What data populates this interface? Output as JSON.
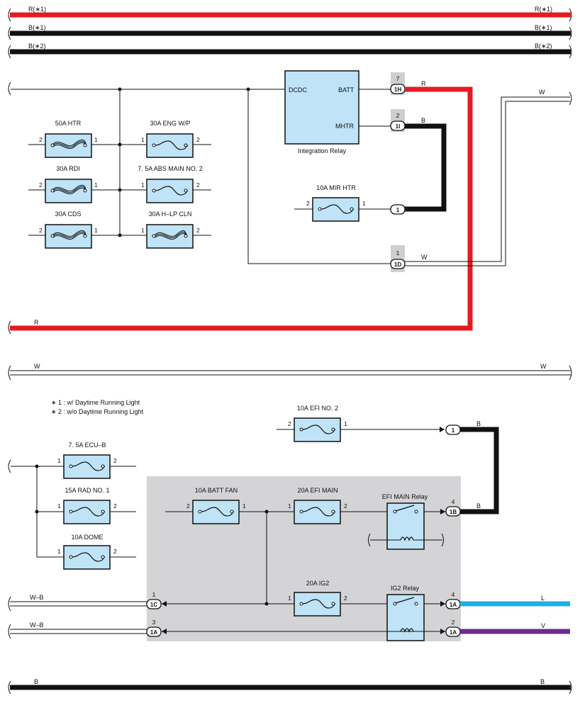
{
  "colors": {
    "red": "#e31b23",
    "black": "#111111",
    "blue": "#1eb0e6",
    "purple": "#6a2b92",
    "fuse_fill": "#bfe3f7",
    "relay_fill": "#bfe3f7",
    "junction_block": "#d4d4d6",
    "connector_tab": "#cfcfcf"
  },
  "buses": {
    "r1_left": "R(∗1)",
    "r1_right": "R(∗1)",
    "b1_left": "B(∗1)",
    "b1_right": "B(∗1)",
    "b2_left": "B(∗2)",
    "b2_right": "B(∗2)",
    "w_left": "W",
    "w_right": "W",
    "b_bottom_left": "B",
    "b_bottom_right": "B"
  },
  "wires": {
    "r_batt": "R",
    "b_mhtr": "B",
    "w_1d": "W",
    "w_top_right": "W",
    "r_lower": "R",
    "b_efi_top": "B",
    "b_efi_bottom": "B",
    "wb_1": "W–B",
    "wb_2": "W–B",
    "l_ig2": "L",
    "v_ig2": "V"
  },
  "fuses": [
    {
      "name": "50A HTR",
      "pin_l": "2",
      "pin_r": "1"
    },
    {
      "name": "30A RDI",
      "pin_l": "2",
      "pin_r": "1"
    },
    {
      "name": "30A CDS",
      "pin_l": "2",
      "pin_r": "1"
    },
    {
      "name": "30A ENG W/P",
      "pin_l": "1",
      "pin_r": "2"
    },
    {
      "name": "7. 5A ABS MAIN NO. 2",
      "pin_l": "1",
      "pin_r": "2"
    },
    {
      "name": "30A H–LP CLN",
      "pin_l": "1",
      "pin_r": "2"
    },
    {
      "name": "10A MIR HTR",
      "pin_l": "2",
      "pin_r": "1"
    },
    {
      "name": "10A EFI NO. 2",
      "pin_l": "2",
      "pin_r": "1"
    },
    {
      "name": "7. 5A ECU–B",
      "pin_l": "1",
      "pin_r": "2"
    },
    {
      "name": "15A RAD NO. 1",
      "pin_l": "1",
      "pin_r": "2"
    },
    {
      "name": "10A DOME",
      "pin_l": "1",
      "pin_r": "2"
    },
    {
      "name": "10A BATT FAN",
      "pin_l": "2",
      "pin_r": "1"
    },
    {
      "name": "20A EFI MAIN",
      "pin_l": "1",
      "pin_r": "2"
    },
    {
      "name": "20A IG2",
      "pin_l": "1",
      "pin_r": "2"
    }
  ],
  "integration_relay": {
    "name": "Integration Relay",
    "dcdc": "DCDC",
    "batt": "BATT",
    "mhtr": "MHTR"
  },
  "connectors": {
    "c1h": {
      "code": "1H",
      "pin": "7"
    },
    "c1i": {
      "code": "1I",
      "pin": "2"
    },
    "c1": {
      "code": "1",
      "pin": ""
    },
    "c1d": {
      "code": "1D",
      "pin": "1"
    },
    "c_efi2": {
      "code": "1",
      "pin": ""
    },
    "c1b": {
      "code": "1B",
      "pin": "4"
    },
    "c1a_l": {
      "code": "1A",
      "pin": "4"
    },
    "c1a_v": {
      "code": "1A",
      "pin": "2"
    },
    "c1c": {
      "code": "1C",
      "pin": "1"
    },
    "c1a_wb": {
      "code": "1A",
      "pin": "3"
    }
  },
  "relays": {
    "efi_main": "EFI MAIN Relay",
    "ig2": "IG2 Relay"
  },
  "notes": {
    "n1": "∗ 1 : w/ Daytime Running Light",
    "n2": "∗ 2 : w/o Daytime Running Light"
  }
}
